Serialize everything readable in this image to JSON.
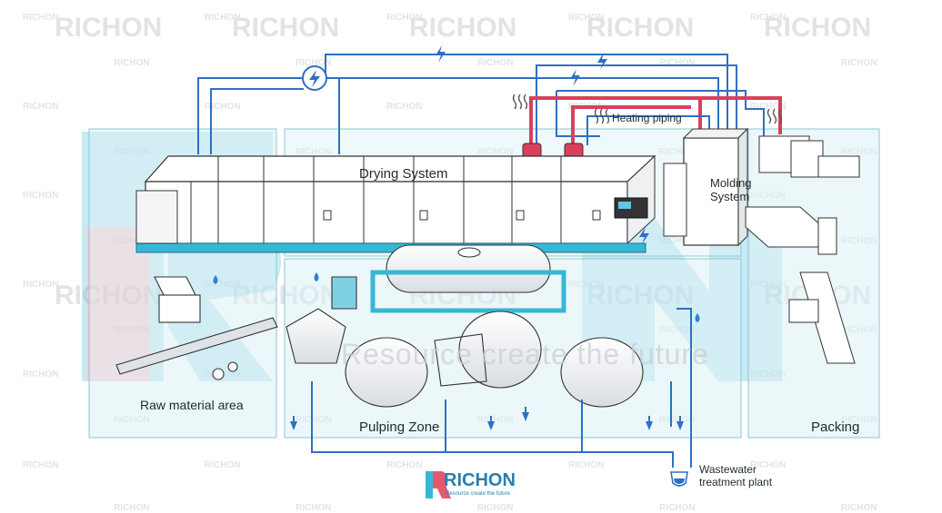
{
  "watermark": {
    "brand": "RICHON",
    "tagline": "Resource create the future"
  },
  "logo": {
    "brand": "RICHON",
    "tagline": "Resource create the future"
  },
  "labels": {
    "drying_system": "Drying System",
    "molding_system_line1": "Molding",
    "molding_system_line2": "System",
    "heating_piping": "Heating piping",
    "raw_material_area": "Raw material area",
    "pulping_zone": "Pulping Zone",
    "packing": "Packing",
    "wastewater_line1": "Wastewater",
    "wastewater_line2": "treatment plant"
  },
  "icons": [
    "electric-bolt-icon",
    "water-drop-icon",
    "heat-wave-icon",
    "down-arrow-icon",
    "treatment-tank-icon"
  ],
  "colors": {
    "pipe_blue": "#2f6fc4",
    "heating_red": "#d9405a",
    "zone_fill": "#dcf0f4",
    "zone_border": "#8cc7d3",
    "accent_cyan": "#35b8d6",
    "accent_pink": "#e8566e",
    "watermark": "#c9ced3"
  }
}
